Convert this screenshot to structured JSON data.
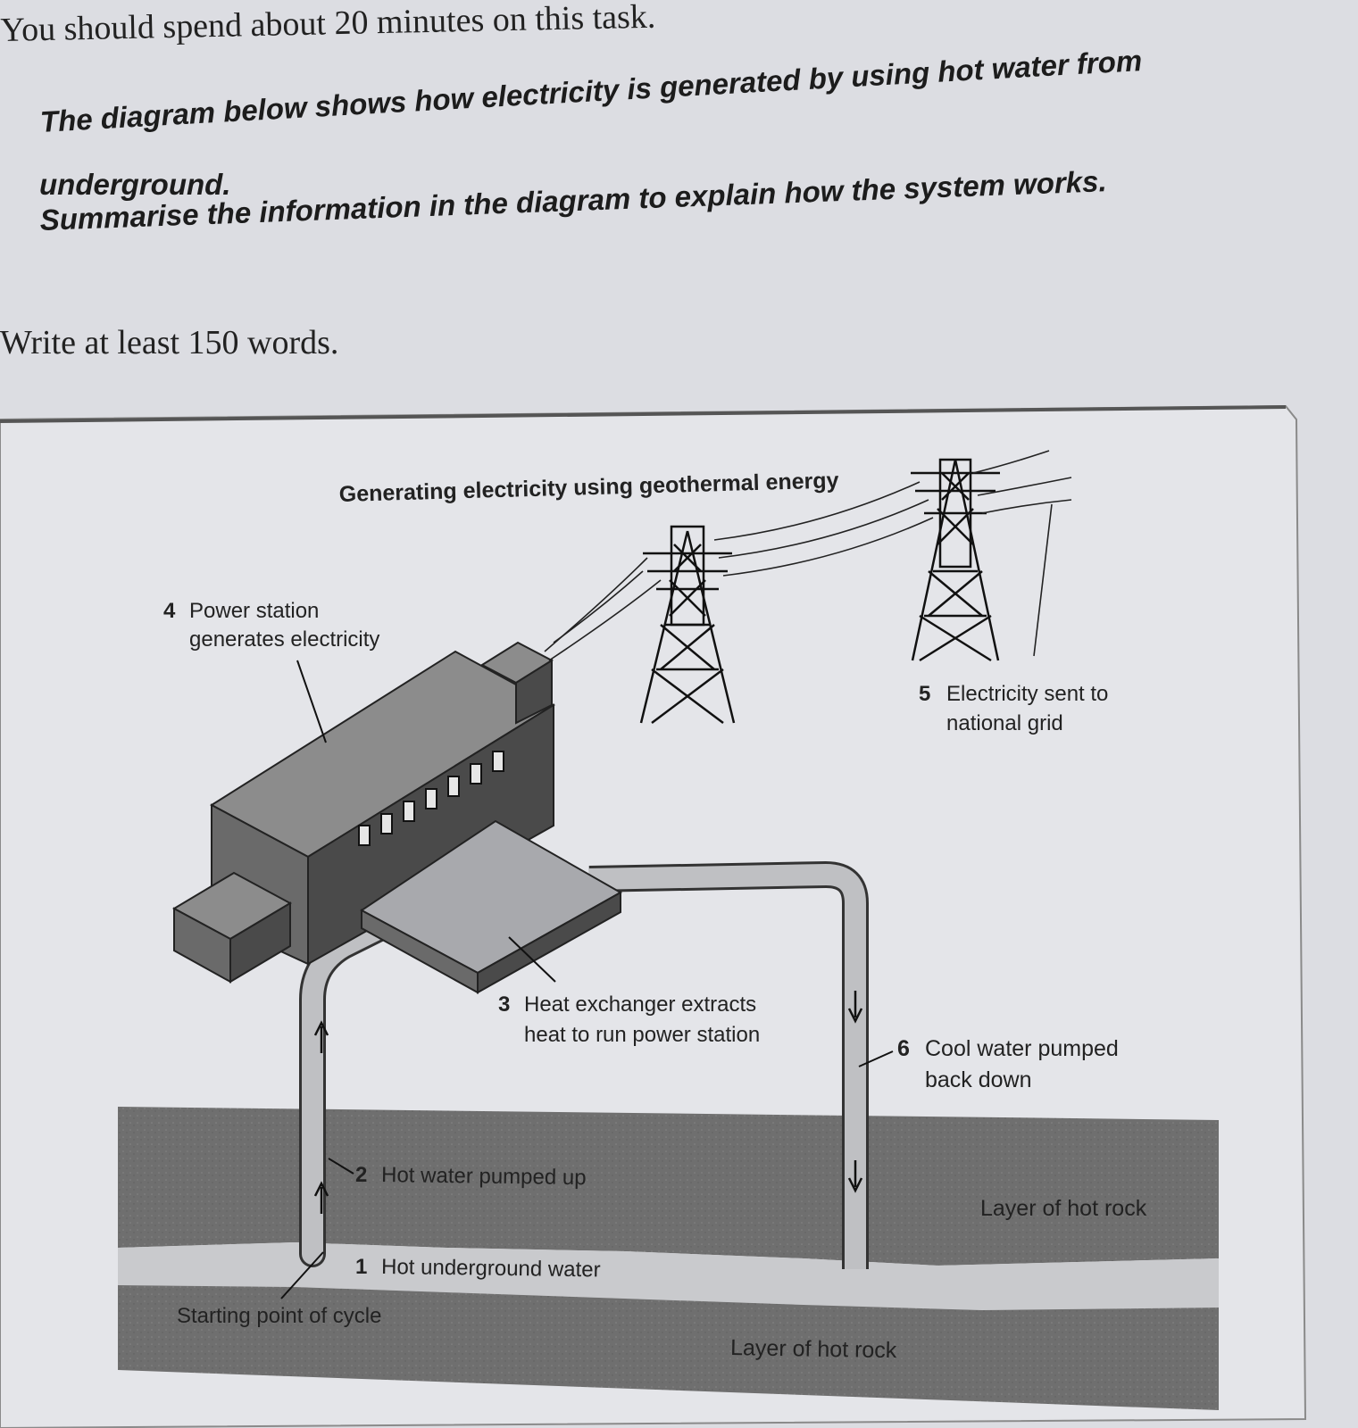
{
  "instructions": {
    "time": "You should spend about 20 minutes on this task.",
    "task_line1": "The diagram below shows how electricity is generated by using hot water from",
    "task_line1b": "underground.",
    "task_line2": "Summarise the information in the diagram to explain how the system works.",
    "word_count": "Write at least 150 words."
  },
  "diagram": {
    "title": "Generating electricity using geothermal energy",
    "steps": [
      {
        "num": "1",
        "line1": "Hot underground water",
        "line2": ""
      },
      {
        "num": "2",
        "line1": "Hot water pumped up",
        "line2": ""
      },
      {
        "num": "3",
        "line1": "Heat exchanger extracts",
        "line2": "heat to run power station"
      },
      {
        "num": "4",
        "line1": "Power station",
        "line2": "generates electricity"
      },
      {
        "num": "5",
        "line1": "Electricity sent to",
        "line2": "national grid"
      },
      {
        "num": "6",
        "line1": "Cool water pumped",
        "line2": "back down"
      }
    ],
    "start_label": "Starting point of cycle",
    "rock_upper": "Layer of hot rock",
    "rock_lower": "Layer of hot rock"
  },
  "colors": {
    "page": "#dcdde2",
    "rock": "#6e6e6e",
    "water": "#c9cacd",
    "building_front": "#4a4a4a",
    "building_top": "#8c8c8c",
    "building_side": "#6a6a6a"
  }
}
